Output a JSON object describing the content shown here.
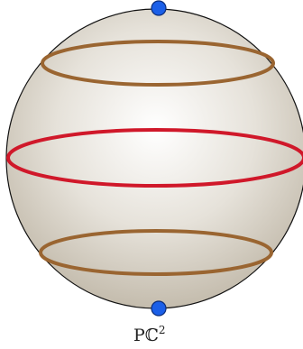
{
  "figure": {
    "label": {
      "base": "P",
      "field": "ℂ",
      "exponent": "2"
    }
  },
  "colors": {
    "sphere_center": "#ffffff",
    "sphere_mid": "#e6e2da",
    "sphere_edge": "#c4bcad",
    "sphere_outline": "#111111",
    "latitude_ring": "#9a6531",
    "equator_ring": "#d0182a",
    "pole_fill": "#1b5fe8",
    "pole_stroke": "#0a2c7a"
  }
}
